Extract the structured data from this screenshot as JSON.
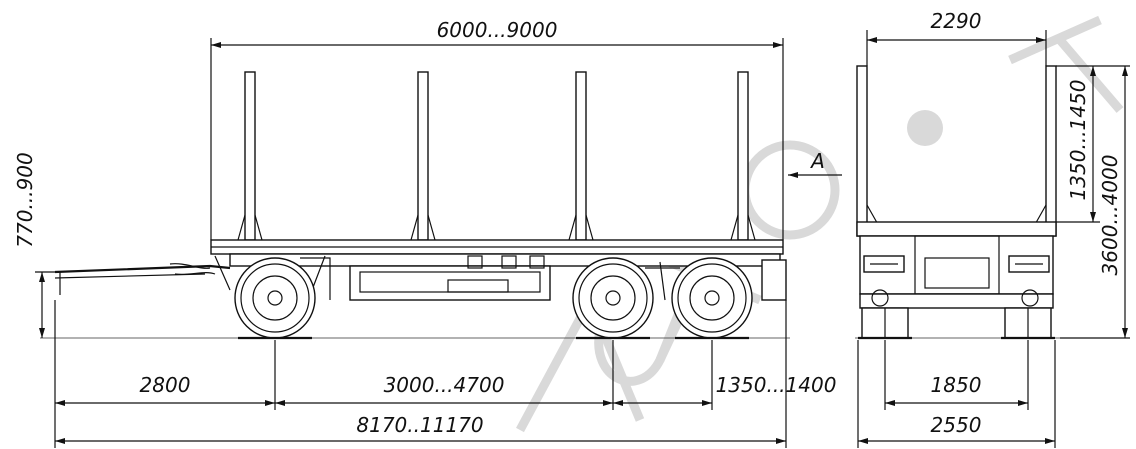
{
  "dimensions": {
    "body_length": "6000...9000",
    "overall_width_top": "2290",
    "stake_height": "1350...1450",
    "overall_height": "3600...4000",
    "drawbar_height": "770...900",
    "drawbar_length": "2800",
    "axle_spacing": "3000...4700",
    "rear_bogie": "1350...1400",
    "total_length": "8170..11170",
    "track_width": "1850",
    "overall_width": "2550"
  },
  "view_label": "A",
  "colors": {
    "line": "#111111",
    "watermark": "#d9d9d9"
  }
}
